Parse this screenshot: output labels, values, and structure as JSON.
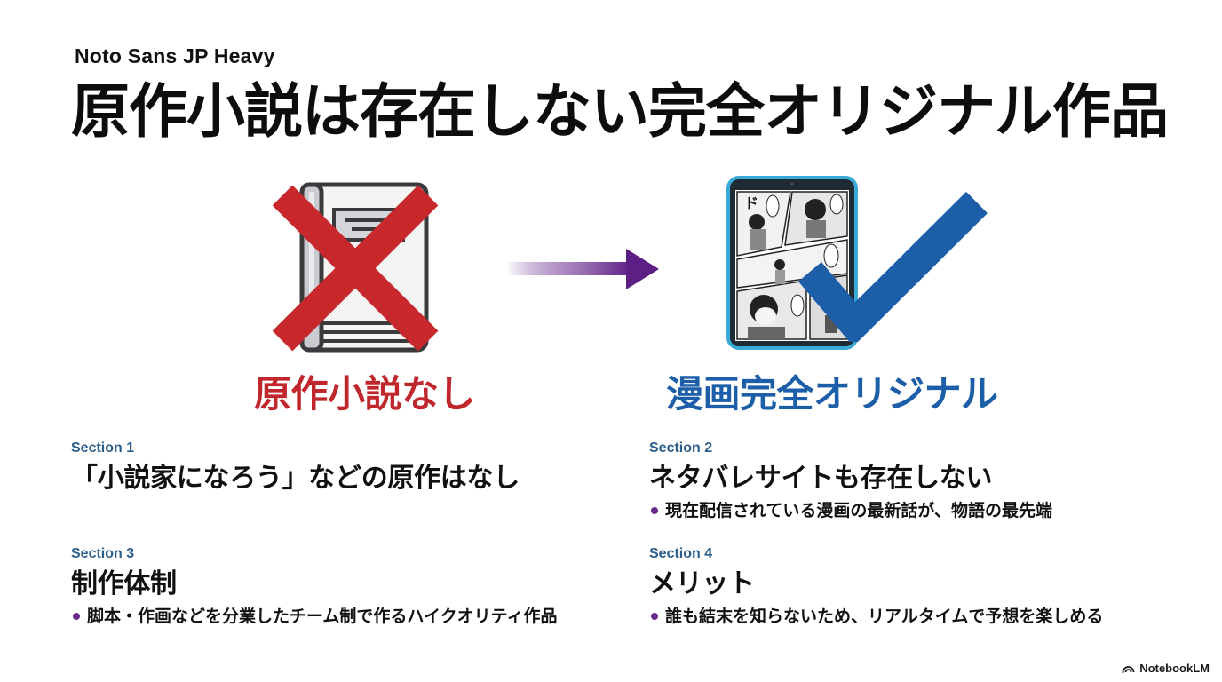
{
  "slide": {
    "font_label": "Noto Sans JP Heavy",
    "title": "原作小説は存在しない完全オリジナル作品"
  },
  "visual": {
    "left_icon": "book-crossed-icon",
    "arrow_icon": "arrow-right-icon",
    "right_icon": "tablet-manga-checked-icon",
    "left_caption": "原作小説なし",
    "right_caption": "漫画完全オリジナル",
    "colors": {
      "cross_red": "#c8282c",
      "check_blue": "#1c5fa8",
      "arrow_purple": "#5e1f85",
      "tablet_frame": "#39a9d6",
      "caption_red": "#c0272d",
      "caption_blue": "#1c5fa8",
      "section_label": "#2c5f8a",
      "bullet_purple": "#6a2a8a"
    }
  },
  "sections": [
    {
      "label": "Section 1",
      "heading": "「小説家になろう」などの原作はなし",
      "bullet": null
    },
    {
      "label": "Section 2",
      "heading": "ネタバレサイトも存在しない",
      "bullet": "現在配信されている漫画の最新話が、物語の最先端"
    },
    {
      "label": "Section 3",
      "heading": "制作体制",
      "bullet": "脚本・作画などを分業したチーム制で作るハイクオリティ作品"
    },
    {
      "label": "Section 4",
      "heading": "メリット",
      "bullet": "誰も結末を知らないため、リアルタイムで予想を楽しめる"
    }
  ],
  "footer": {
    "brand": "NotebookLM",
    "brand_icon": "notebooklm-logo-icon"
  }
}
